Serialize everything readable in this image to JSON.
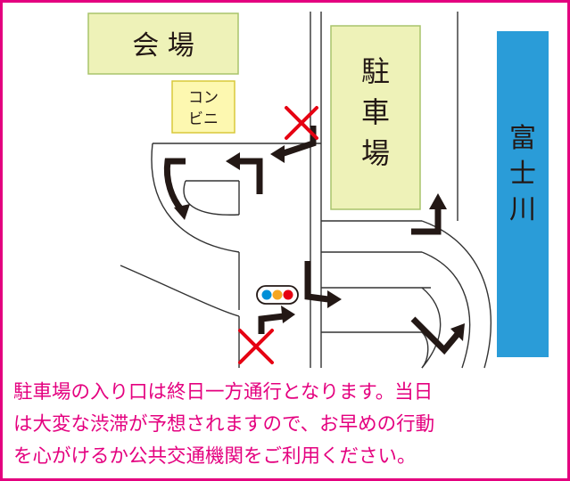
{
  "map": {
    "venue": "会 場",
    "convenience_store": [
      "コン",
      "ビニ"
    ],
    "parking": [
      "駐",
      "車",
      "場"
    ],
    "river": [
      "富",
      "士",
      "川"
    ]
  },
  "notice": [
    "駐車場の入り口は終日一方通行となります。当日",
    "は大変な渋滞が予想されますので、お早めの行動",
    "を心がけるか公共交通機関をご利用ください。"
  ],
  "colors": {
    "frame": "#e4007f",
    "notice_text": "#e4007f",
    "building_fill": "#eef2b8",
    "building_border": "#a9c46b",
    "conbini_fill": "#fdf8b0",
    "conbini_border": "#d8c93a",
    "river": "#2a9cd8",
    "arrow": "#231815",
    "no_entry": "#e60012",
    "signal_blue": "#0090d8",
    "signal_yellow": "#f5a623",
    "signal_red": "#e60012"
  },
  "icons": [
    "one-way-arrow-icon",
    "no-entry-x-icon",
    "traffic-signal-icon"
  ]
}
